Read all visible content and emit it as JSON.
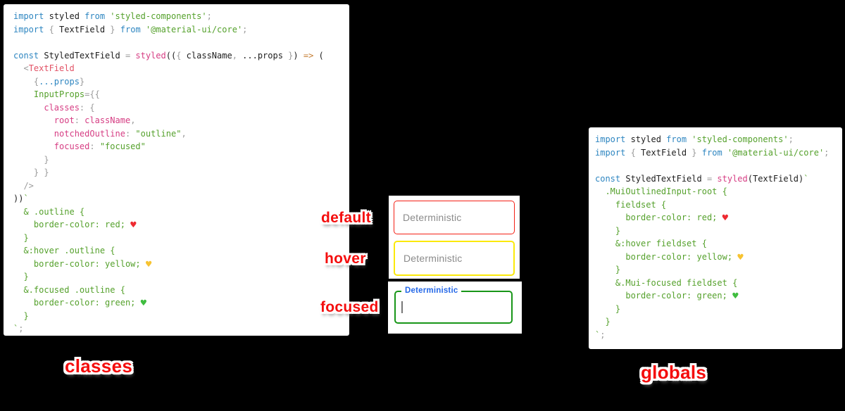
{
  "canvas": {
    "background": "#000000"
  },
  "labels": {
    "default": "default",
    "hover": "hover",
    "focused": "focused",
    "classes": "classes",
    "globals": "globals",
    "color": "#f40d0d"
  },
  "fields": {
    "placeholder": "Deterministic",
    "focused_label": "Deterministic",
    "default_border": "#f42116",
    "hover_border": "#fbe90a",
    "focused_border": "#189618",
    "focused_label_color": "#2468e8",
    "placeholder_color": "#8b8b8b",
    "caret_color": "#777777"
  },
  "syntax_colors": {
    "kw": "#2e86c1",
    "id": "#1d1d1d",
    "pn": "#9b9b9b",
    "str": "#55a12c",
    "pink": "#d63d83",
    "tag": "#e25366",
    "arrow": "#c57d33",
    "blue": "#2e86c1",
    "hr": "#ee2a31",
    "hy": "#f7c331",
    "hg": "#3fbd3f"
  },
  "code_blocks": {
    "classes": {
      "lines": [
        [
          [
            "kw",
            "import"
          ],
          [
            "id",
            " styled "
          ],
          [
            "kw",
            "from"
          ],
          [
            "str",
            " 'styled-components'"
          ],
          [
            "pn",
            ";"
          ]
        ],
        [
          [
            "kw",
            "import"
          ],
          [
            "pn",
            " { "
          ],
          [
            "id",
            "TextField"
          ],
          [
            "pn",
            " } "
          ],
          [
            "kw",
            "from"
          ],
          [
            "str",
            " '@material-ui/core'"
          ],
          [
            "pn",
            ";"
          ]
        ],
        [],
        [
          [
            "kw",
            "const"
          ],
          [
            "id",
            " StyledTextField "
          ],
          [
            "pn",
            "= "
          ],
          [
            "pink",
            "styled"
          ],
          [
            "id",
            "(("
          ],
          [
            "pn",
            "{ "
          ],
          [
            "id",
            "className"
          ],
          [
            "pn",
            ", "
          ],
          [
            "id",
            "...props"
          ],
          [
            "pn",
            " }"
          ],
          [
            "id",
            ") "
          ],
          [
            "arrow",
            "=>"
          ],
          [
            "id",
            " ("
          ]
        ],
        [
          [
            "pn",
            "  <"
          ],
          [
            "tag",
            "TextField"
          ]
        ],
        [
          [
            "pn",
            "    {"
          ],
          [
            "blue",
            "...props"
          ],
          [
            "pn",
            "}"
          ]
        ],
        [
          [
            "str",
            "    InputProps"
          ],
          [
            "pn",
            "={{"
          ]
        ],
        [
          [
            "pink",
            "      classes"
          ],
          [
            "pn",
            ": {"
          ]
        ],
        [
          [
            "pink",
            "        root"
          ],
          [
            "pn",
            ": "
          ],
          [
            "pink",
            "className"
          ],
          [
            "pn",
            ","
          ]
        ],
        [
          [
            "pink",
            "        notchedOutline"
          ],
          [
            "pn",
            ": "
          ],
          [
            "str",
            "\"outline\""
          ],
          [
            "pn",
            ","
          ]
        ],
        [
          [
            "pink",
            "        focused"
          ],
          [
            "pn",
            ": "
          ],
          [
            "str",
            "\"focused\""
          ]
        ],
        [
          [
            "pn",
            "      }"
          ]
        ],
        [
          [
            "pn",
            "    } }"
          ]
        ],
        [
          [
            "pn",
            "  />"
          ]
        ],
        [
          [
            "id",
            "))"
          ],
          [
            "str",
            "`"
          ]
        ],
        [
          [
            "str",
            "  & .outline {"
          ]
        ],
        [
          [
            "str",
            "    border-color: red; "
          ],
          [
            "hr",
            "♥"
          ]
        ],
        [
          [
            "str",
            "  }"
          ]
        ],
        [
          [
            "str",
            "  &:hover .outline {"
          ]
        ],
        [
          [
            "str",
            "    border-color: yellow; "
          ],
          [
            "hy",
            "♥"
          ]
        ],
        [
          [
            "str",
            "  }"
          ]
        ],
        [
          [
            "str",
            "  &.focused .outline {"
          ]
        ],
        [
          [
            "str",
            "    border-color: green; "
          ],
          [
            "hg",
            "♥"
          ]
        ],
        [
          [
            "str",
            "  }"
          ]
        ],
        [
          [
            "str",
            "`"
          ],
          [
            "pn",
            ";"
          ]
        ]
      ]
    },
    "globals": {
      "lines": [
        [
          [
            "kw",
            "import"
          ],
          [
            "id",
            " styled "
          ],
          [
            "kw",
            "from"
          ],
          [
            "str",
            " 'styled-components'"
          ],
          [
            "pn",
            ";"
          ]
        ],
        [
          [
            "kw",
            "import"
          ],
          [
            "pn",
            " { "
          ],
          [
            "id",
            "TextField"
          ],
          [
            "pn",
            " } "
          ],
          [
            "kw",
            "from"
          ],
          [
            "str",
            " '@material-ui/core'"
          ],
          [
            "pn",
            ";"
          ]
        ],
        [],
        [
          [
            "kw",
            "const"
          ],
          [
            "id",
            " StyledTextField "
          ],
          [
            "pn",
            "= "
          ],
          [
            "pink",
            "styled"
          ],
          [
            "id",
            "(TextField)"
          ],
          [
            "str",
            "`"
          ]
        ],
        [
          [
            "str",
            "  .MuiOutlinedInput-root {"
          ]
        ],
        [
          [
            "str",
            "    fieldset {"
          ]
        ],
        [
          [
            "str",
            "      border-color: red; "
          ],
          [
            "hr",
            "♥"
          ]
        ],
        [
          [
            "str",
            "    }"
          ]
        ],
        [
          [
            "str",
            "    &:hover fieldset {"
          ]
        ],
        [
          [
            "str",
            "      border-color: yellow; "
          ],
          [
            "hy",
            "♥"
          ]
        ],
        [
          [
            "str",
            "    }"
          ]
        ],
        [
          [
            "str",
            "    &.Mui-focused fieldset {"
          ]
        ],
        [
          [
            "str",
            "      border-color: green; "
          ],
          [
            "hg",
            "♥"
          ]
        ],
        [
          [
            "str",
            "    }"
          ]
        ],
        [
          [
            "str",
            "  }"
          ]
        ],
        [
          [
            "str",
            "`"
          ],
          [
            "pn",
            ";"
          ]
        ]
      ]
    }
  }
}
